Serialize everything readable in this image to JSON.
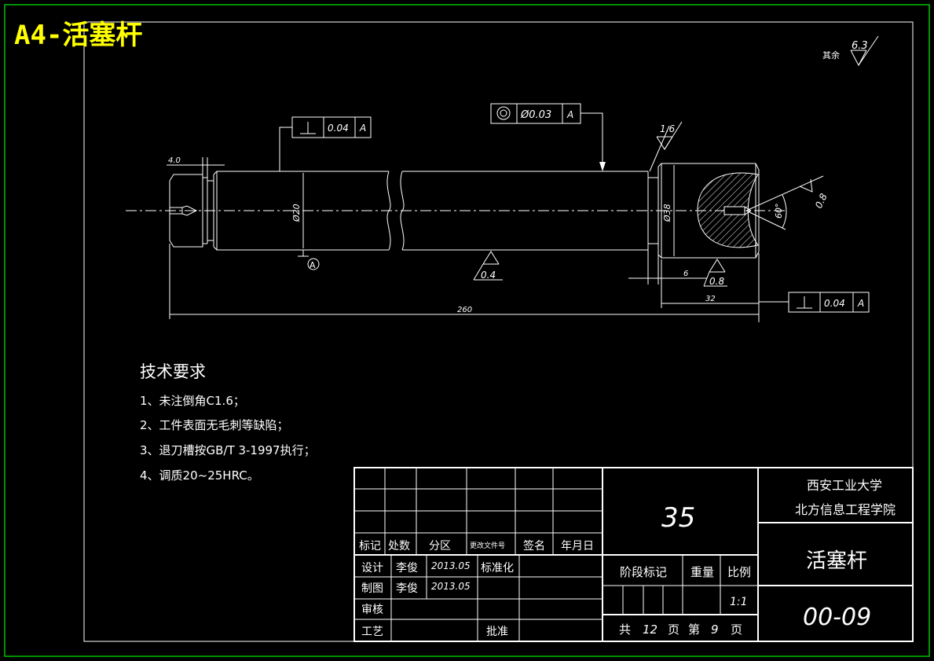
{
  "sheet_label": "A4-活塞杆",
  "roughness_note": {
    "prefix": "其余",
    "value": "6.3"
  },
  "tolerances": {
    "left": {
      "tol": "0.04",
      "datum": "A"
    },
    "top": {
      "tol": "Ø0.03",
      "datum": "A"
    },
    "right": {
      "tol": "0.04",
      "datum": "A"
    }
  },
  "roughness": {
    "r1": "1.6",
    "r2": "0.8",
    "r3": "0.4",
    "r4": "0.8"
  },
  "dimensions": {
    "d_left": "4.0",
    "dia20": "Ø20",
    "dia38": "Ø38",
    "angle": "60°",
    "len6": "6",
    "len32": "32",
    "len260": "260",
    "datum_marker": "A"
  },
  "requirements": {
    "title": "技术要求",
    "items": [
      "1、未注倒角C1.6；",
      "2、工件表面无毛刺等缺陷；",
      "3、退刀槽按GB/T 3-1997执行；",
      "4、调质20~25HRC。"
    ]
  },
  "title_block": {
    "material": "35",
    "school_line1": "西安工业大学",
    "school_line2": "北方信息工程学院",
    "part_name": "活塞杆",
    "drawing_no": "00-09",
    "header_cells": [
      "标记",
      "处数",
      "分区",
      "更改文件号",
      "签名",
      "年月日"
    ],
    "design": "设计",
    "designer": "李俊",
    "design_date": "2013.05",
    "standardization": "标准化",
    "drafting": "制图",
    "drafter": "李俊",
    "draft_date": "2013.05",
    "review": "审核",
    "process": "工艺",
    "approve": "批准",
    "stage_mark": "阶段标记",
    "weight": "重量",
    "scale_label": "比例",
    "scale_value": "1:1",
    "sheets_total_prefix": "共",
    "sheets_total": "12",
    "sheets_unit": "页",
    "sheet_no_prefix": "第",
    "sheet_no": "9",
    "sheet_no_unit": "页"
  },
  "colors": {
    "label": "#ffff00",
    "line": "#ffffff",
    "background": "#000000"
  }
}
